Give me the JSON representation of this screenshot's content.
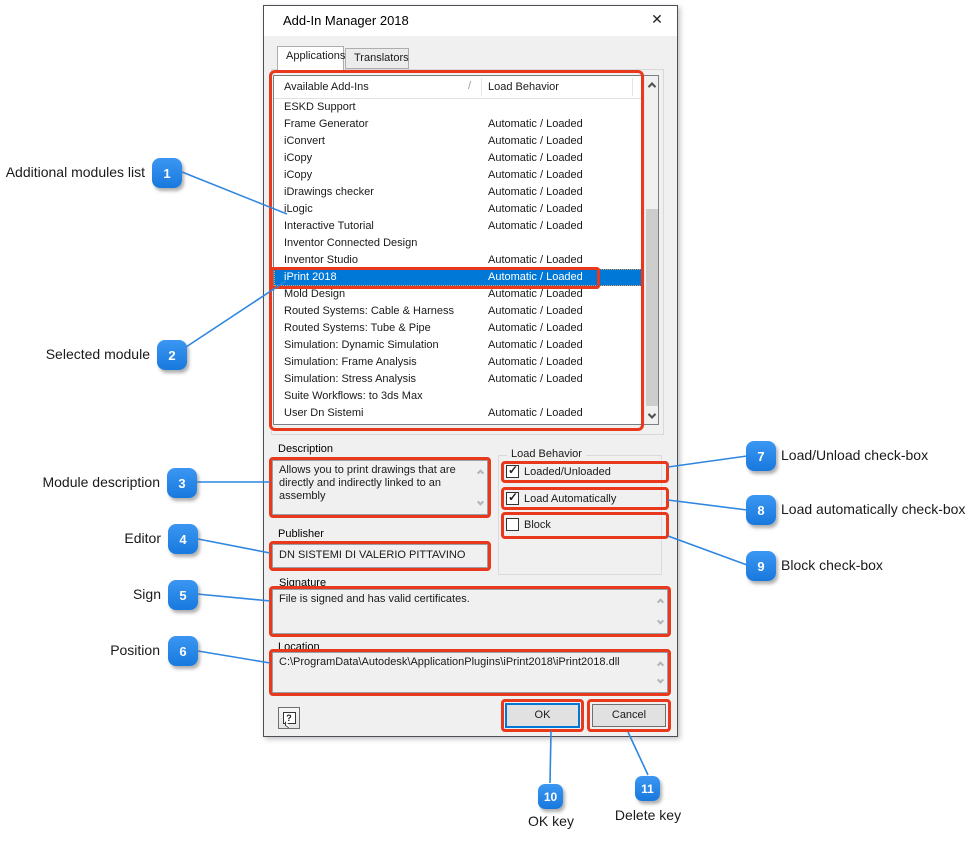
{
  "colors": {
    "red": "#e8391c",
    "badge": "#1878dd",
    "badge2": "#3b97f2",
    "line": "#2e86e0",
    "sel": "#0078d7",
    "dlg-bg": "#f0f0f0"
  },
  "icons": {
    "close": "✕",
    "sort": "/",
    "check": "✓",
    "help": "?"
  },
  "dialog": {
    "title": "Add-In Manager 2018",
    "tabs": [
      {
        "label": "Applications"
      },
      {
        "label": "Translators"
      }
    ],
    "list": {
      "columns": [
        "Available Add-Ins",
        "Load Behavior"
      ],
      "rows": [
        {
          "name": "ESKD Support",
          "behavior": ""
        },
        {
          "name": "Frame Generator",
          "behavior": "Automatic / Loaded"
        },
        {
          "name": "iConvert",
          "behavior": "Automatic / Loaded"
        },
        {
          "name": "iCopy",
          "behavior": "Automatic / Loaded"
        },
        {
          "name": "iCopy",
          "behavior": "Automatic / Loaded"
        },
        {
          "name": "iDrawings checker",
          "behavior": "Automatic / Loaded"
        },
        {
          "name": "iLogic",
          "behavior": "Automatic / Loaded"
        },
        {
          "name": "Interactive Tutorial",
          "behavior": "Automatic / Loaded"
        },
        {
          "name": "Inventor Connected Design",
          "behavior": ""
        },
        {
          "name": "Inventor Studio",
          "behavior": "Automatic / Loaded"
        },
        {
          "name": "iPrint 2018",
          "behavior": "Automatic / Loaded",
          "selected": true
        },
        {
          "name": "Mold Design",
          "behavior": "Automatic / Loaded"
        },
        {
          "name": "Routed Systems: Cable & Harness",
          "behavior": "Automatic / Loaded"
        },
        {
          "name": "Routed Systems: Tube & Pipe",
          "behavior": "Automatic / Loaded"
        },
        {
          "name": "Simulation: Dynamic Simulation",
          "behavior": "Automatic / Loaded"
        },
        {
          "name": "Simulation: Frame Analysis",
          "behavior": "Automatic / Loaded"
        },
        {
          "name": "Simulation: Stress Analysis",
          "behavior": "Automatic / Loaded"
        },
        {
          "name": "Suite Workflows: to 3ds Max",
          "behavior": ""
        },
        {
          "name": "User Dn Sistemi",
          "behavior": "Automatic / Loaded"
        }
      ]
    },
    "description": {
      "label": "Description",
      "value": "Allows you to print drawings that are directly and indirectly linked to an assembly"
    },
    "load_behavior": {
      "label": "Load Behavior",
      "checkboxes": [
        {
          "label": "Loaded/Unloaded",
          "checked": true
        },
        {
          "label": "Load Automatically",
          "checked": true
        },
        {
          "label": "Block",
          "checked": false
        }
      ]
    },
    "publisher": {
      "label": "Publisher",
      "value": "DN SISTEMI DI VALERIO PITTAVINO"
    },
    "signature": {
      "label": "Signature",
      "value": "File is signed and has valid certificates."
    },
    "location": {
      "label": "Location",
      "value": "C:\\ProgramData\\Autodesk\\ApplicationPlugins\\iPrint2018\\iPrint2018.dll"
    },
    "buttons": {
      "ok": "OK",
      "cancel": "Cancel"
    }
  },
  "annotations": [
    {
      "number": "1",
      "label": "Additional modules list"
    },
    {
      "number": "2",
      "label": "Selected module"
    },
    {
      "number": "3",
      "label": "Module description"
    },
    {
      "number": "4",
      "label": "Editor"
    },
    {
      "number": "5",
      "label": "Sign"
    },
    {
      "number": "6",
      "label": "Position"
    },
    {
      "number": "7",
      "label": "Load/Unload check-box"
    },
    {
      "number": "8",
      "label": "Load automatically check-box"
    },
    {
      "number": "9",
      "label": "Block check-box"
    },
    {
      "number": "10",
      "label": "OK key"
    },
    {
      "number": "11",
      "label": "Delete key"
    }
  ]
}
